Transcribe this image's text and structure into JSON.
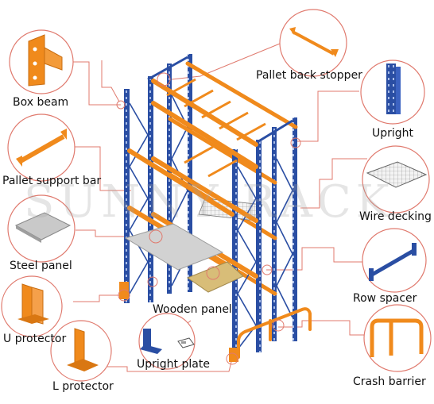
{
  "watermark": "SUNNY RACK",
  "labels": {
    "box_beam": "Box beam",
    "pallet_support_bar": "Pallet support bar",
    "steel_panel": "Steel panel",
    "u_protector": "U protector",
    "l_protector": "L protector",
    "upright_plate": "Upright plate",
    "wooden_panel": "Wooden panel",
    "pallet_back_stopper": "Pallet back stopper",
    "upright": "Upright",
    "wire_decking": "Wire decking",
    "row_spacer": "Row spacer",
    "crash_barrier": "Crash barrier"
  },
  "colors": {
    "upright_blue": "#2a4ea3",
    "beam_orange": "#f08a1c",
    "leader_red": "#d9534f",
    "panel_grey": "#c9c9c9",
    "wooden_tan": "#d8bd78"
  }
}
